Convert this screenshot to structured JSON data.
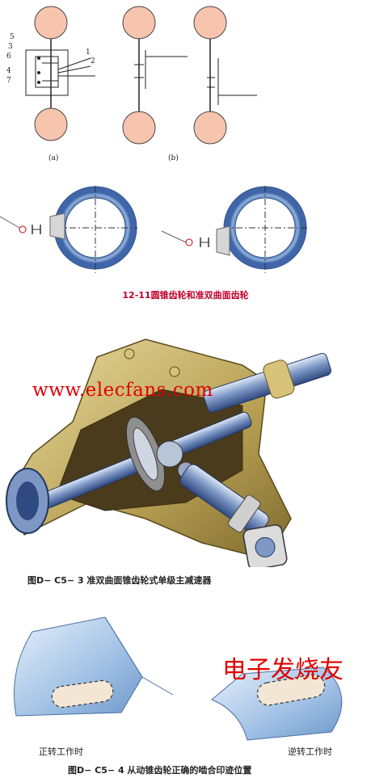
{
  "top_figure": {
    "labels_left": [
      "5",
      "3",
      "6",
      "4",
      "7"
    ],
    "labels_right": [
      "1",
      "2"
    ],
    "sub_a": "(a)",
    "sub_b": "(b)"
  },
  "gear_caption": "12-11圆锥齿轮和准双曲面齿轮",
  "watermark_url": "www.elecfans.com",
  "reducer_caption": "图D− C5− 3 准双曲面锥齿轮式单级主减速器",
  "watermark_cn": "电子发烧友",
  "contact": {
    "forward_label": "正转工作时",
    "reverse_label": "逆转工作时",
    "caption": "图D− C5− 4 从动锥齿轮正确的啮合印迹位置"
  },
  "colors": {
    "wheel_fill": "#f7c4ae",
    "ring_blue": "#5b7fb6",
    "casing_yellow": "#c9b56a",
    "shaft_blue": "#6f8bbf",
    "tooth_blue": "#9fc0e4",
    "imprint": "#f4e6d4",
    "caption_red": "#c0002a",
    "watermark_red": "#e00000"
  }
}
